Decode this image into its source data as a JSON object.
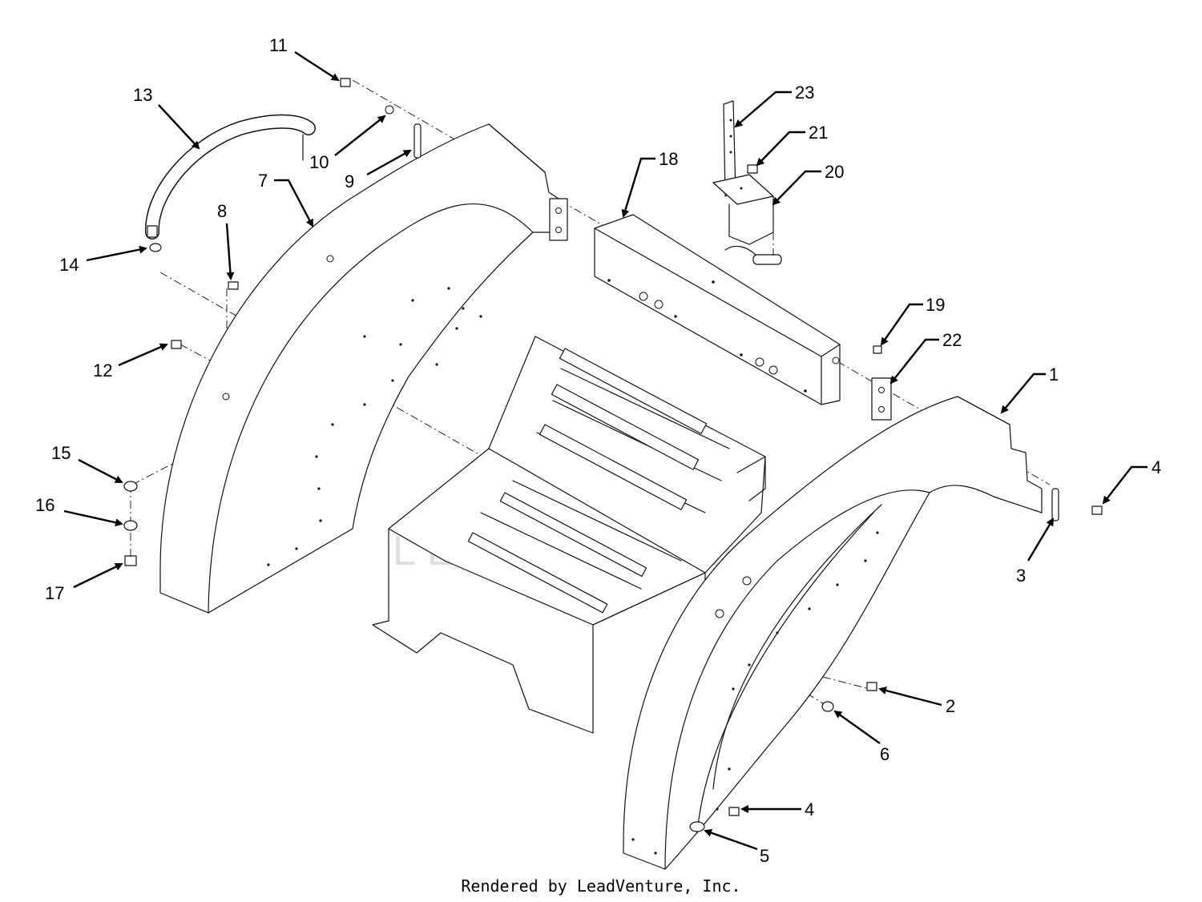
{
  "watermark": "LEADVENTURE",
  "footer": "Rendered by LeadVenture, Inc.",
  "callouts": [
    {
      "id": "1",
      "label": "1"
    },
    {
      "id": "2",
      "label": "2"
    },
    {
      "id": "3",
      "label": "3"
    },
    {
      "id": "4a",
      "label": "4"
    },
    {
      "id": "4b",
      "label": "4"
    },
    {
      "id": "5",
      "label": "5"
    },
    {
      "id": "6",
      "label": "6"
    },
    {
      "id": "7",
      "label": "7"
    },
    {
      "id": "8",
      "label": "8"
    },
    {
      "id": "9",
      "label": "9"
    },
    {
      "id": "10",
      "label": "10"
    },
    {
      "id": "11",
      "label": "11"
    },
    {
      "id": "12",
      "label": "12"
    },
    {
      "id": "13",
      "label": "13"
    },
    {
      "id": "14",
      "label": "14"
    },
    {
      "id": "15",
      "label": "15"
    },
    {
      "id": "16",
      "label": "16"
    },
    {
      "id": "17",
      "label": "17"
    },
    {
      "id": "18",
      "label": "18"
    },
    {
      "id": "19",
      "label": "19"
    },
    {
      "id": "20",
      "label": "20"
    },
    {
      "id": "21",
      "label": "21"
    },
    {
      "id": "22",
      "label": "22"
    },
    {
      "id": "23",
      "label": "23"
    }
  ]
}
